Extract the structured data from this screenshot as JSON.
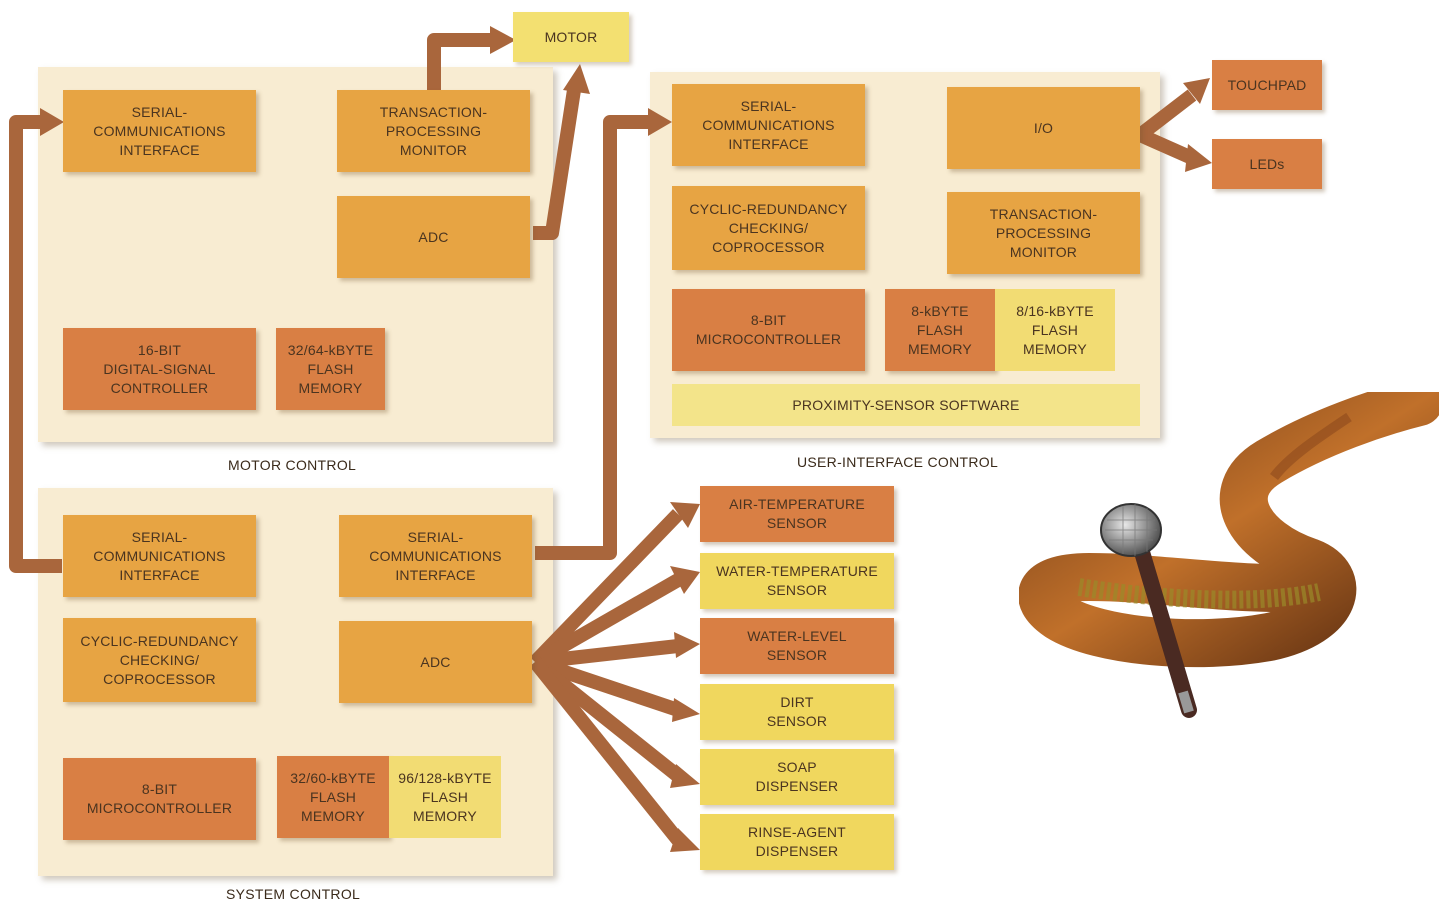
{
  "motor_control": {
    "caption": "MOTOR CONTROL",
    "serial": "SERIAL-\nCOMMUNICATIONS\nINTERFACE",
    "tpm": "TRANSACTION-\nPROCESSING\nMONITOR",
    "adc": "ADC",
    "dsc": "16-BIT\nDIGITAL-SIGNAL\nCONTROLLER",
    "flash": "32/64-kBYTE\nFLASH\nMEMORY"
  },
  "motor": "MOTOR",
  "ui_control": {
    "caption": "USER-INTERFACE CONTROL",
    "serial": "SERIAL-\nCOMMUNICATIONS\nINTERFACE",
    "io": "I/O",
    "crc": "CYCLIC-REDUNDANCY\nCHECKING/\nCOPROCESSOR",
    "tpm": "TRANSACTION-\nPROCESSING\nMONITOR",
    "mcu": "8-BIT\nMICROCONTROLLER",
    "flash8": "8-kBYTE\nFLASH\nMEMORY",
    "flash816": "8/16-kBYTE\nFLASH\nMEMORY",
    "prox": "PROXIMITY-SENSOR SOFTWARE"
  },
  "touchpad": "TOUCHPAD",
  "leds": "LEDs",
  "system_control": {
    "caption": "SYSTEM CONTROL",
    "serial_left": "SERIAL-\nCOMMUNICATIONS\nINTERFACE",
    "serial_right": "SERIAL-\nCOMMUNICATIONS\nINTERFACE",
    "crc": "CYCLIC-REDUNDANCY\nCHECKING/\nCOPROCESSOR",
    "adc": "ADC",
    "mcu": "8-BIT\nMICROCONTROLLER",
    "flash3260": "32/60-kBYTE\nFLASH\nMEMORY",
    "flash96128": "96/128-kBYTE\nFLASH\nMEMORY"
  },
  "sensors": {
    "air": "AIR-TEMPERATURE\nSENSOR",
    "water_temp": "WATER-TEMPERATURE\nSENSOR",
    "water_level": "WATER-LEVEL\nSENSOR",
    "dirt": "DIRT\nSENSOR",
    "soap": "SOAP\nDISPENSER",
    "rinse": "RINSE-AGENT\nDISPENSER"
  },
  "colors": {
    "panel": "#f8ecd2",
    "gold_block": "#e7a443",
    "orange_block": "#d97f44",
    "yellow_block": "#f0d75e",
    "arrow": "#a9663c"
  },
  "illustration": "microphone-with-cable-icon"
}
